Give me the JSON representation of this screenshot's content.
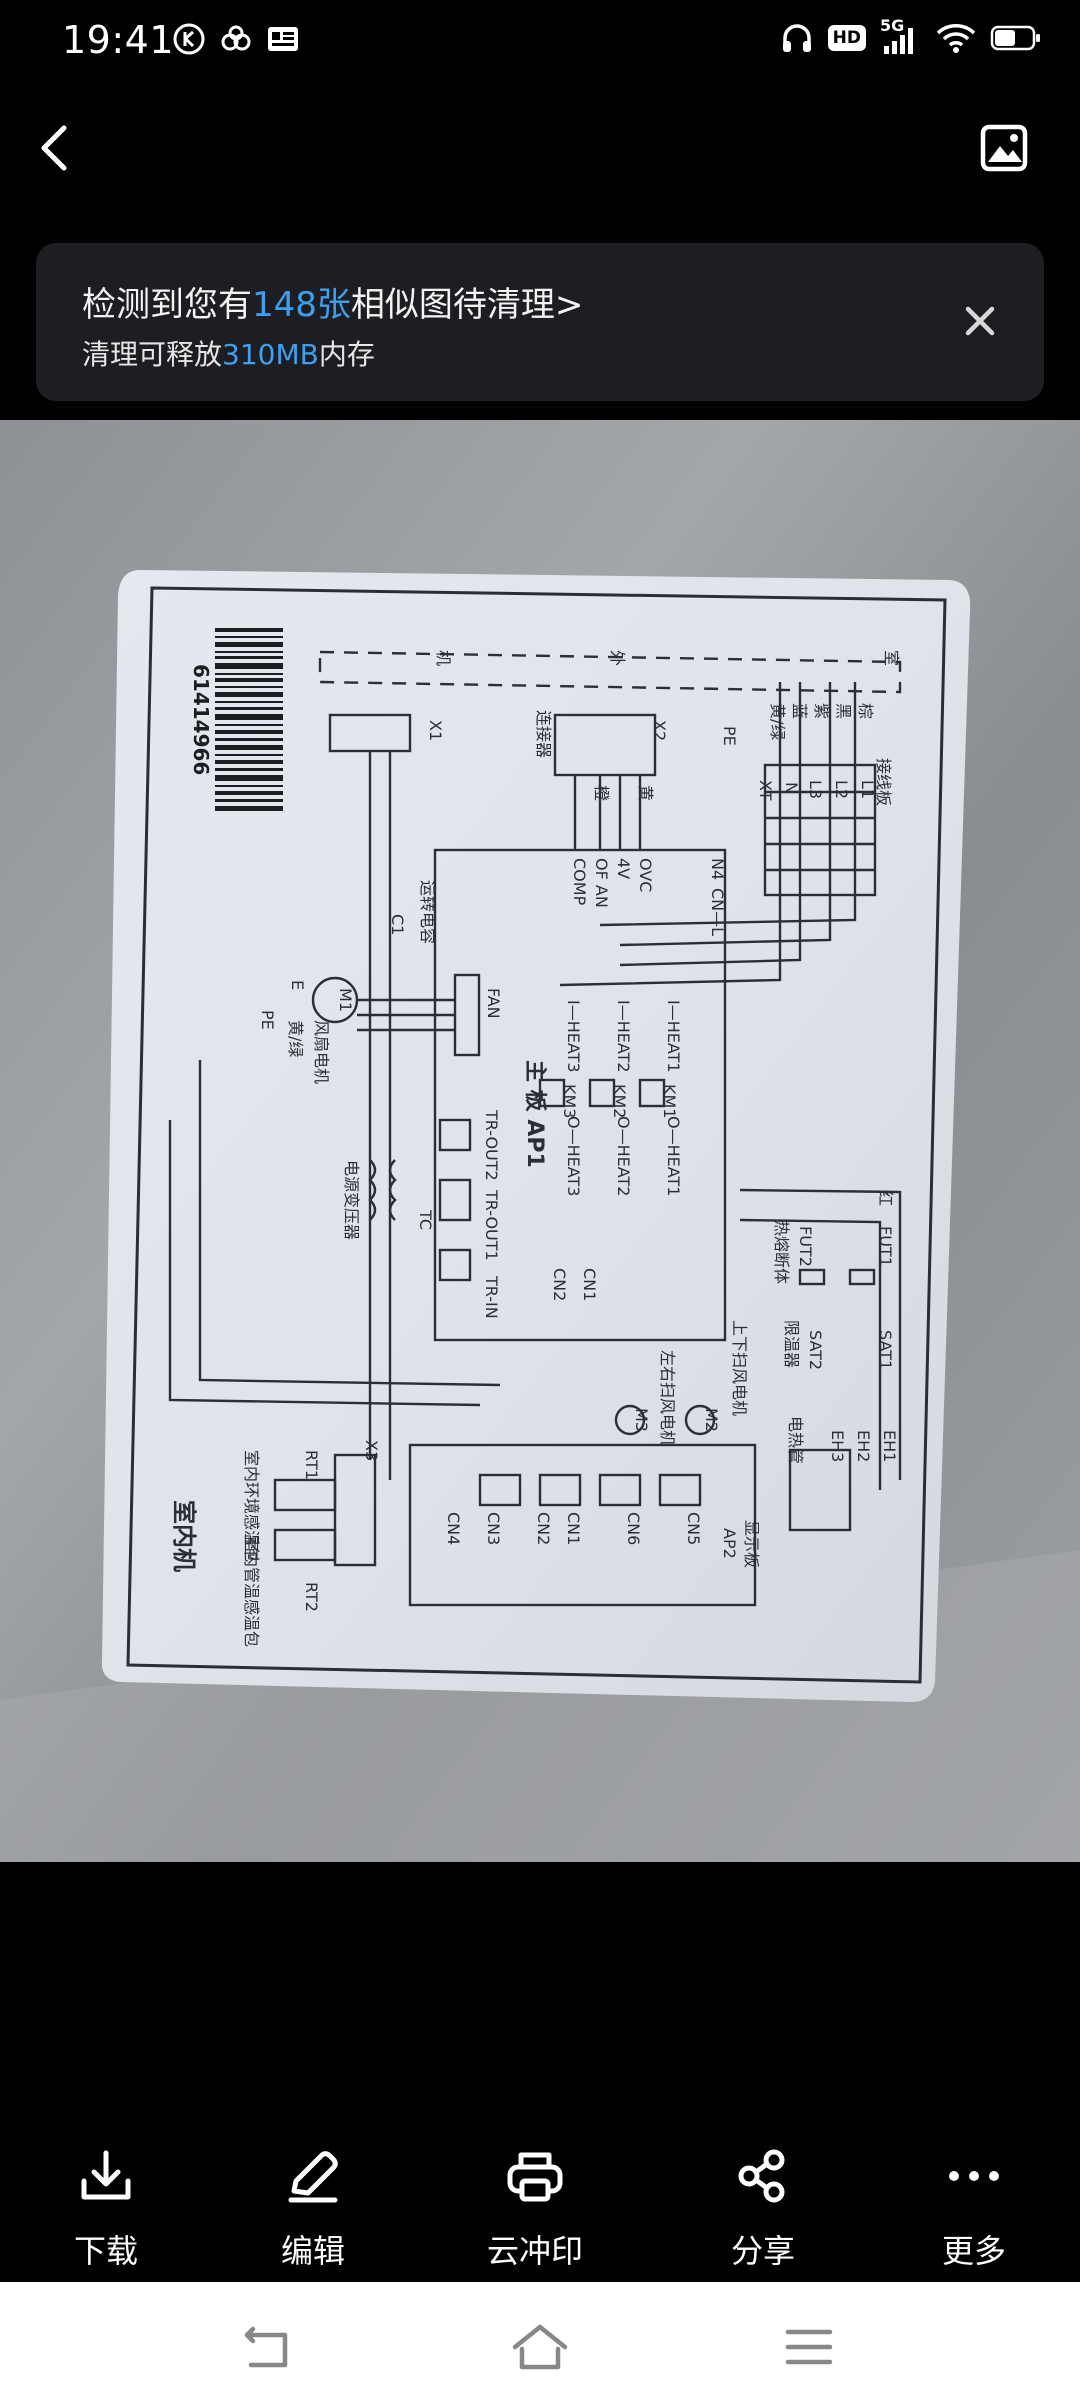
{
  "status_bar": {
    "time": "19:41",
    "hd_label": "HD",
    "network_label": "5G",
    "icons": [
      "k-app-icon",
      "cloud-app-icon",
      "news-app-icon",
      "headphones-icon",
      "hd-icon",
      "signal-icon",
      "wifi-icon",
      "battery-icon"
    ]
  },
  "top_nav": {
    "back_icon": "chevron-left-icon",
    "gallery_icon": "image-icon"
  },
  "banner": {
    "line1_prefix": "检测到您有",
    "line1_count": "148张",
    "line1_suffix": "相似图待清理>",
    "line2_prefix": "清理可释放",
    "line2_size": "310MB",
    "line2_suffix": "内存",
    "highlight_color": "#3aa0f0"
  },
  "photo": {
    "diagram_text": {
      "terminal_board": "接线板",
      "brown": "棕",
      "black": "黑",
      "purple": "紫",
      "blue": "蓝",
      "yellow_green": "黄/绿",
      "room": "室",
      "outer_unit": "外",
      "machine": "机",
      "pe": "PE",
      "xt": "XT",
      "l1": "L1",
      "l2": "L2",
      "l3": "L3",
      "n": "N",
      "x1": "X1",
      "x2": "X2",
      "x3": "X3",
      "connector": "连接器",
      "yellow": "黄",
      "orange": "橙",
      "ovc": "OVC",
      "v4": "4V",
      "of_an": "OF AN",
      "comp": "COMP",
      "n4": "N4",
      "cn_l": "CN—L",
      "run_capacitor": "运转电容",
      "c1": "C1",
      "m1": "M1",
      "fan": "FAN",
      "fan_motor": "风扇电机",
      "e": "E",
      "pe2": "PE",
      "yellow_green2": "黄/绿",
      "i_heat1": "I—HEAT1",
      "i_heat2": "I—HEAT2",
      "i_heat3": "I—HEAT3",
      "o_heat1": "O—HEAT1",
      "o_heat2": "O—HEAT2",
      "o_heat3": "O—HEAT3",
      "km1": "KM1",
      "km2": "KM2",
      "km3": "KM3",
      "main_board": "主 板 AP1",
      "tr_out2": "TR-OUT2",
      "tr_out1": "TR-OUT1",
      "tr_in": "TR-IN",
      "tc": "TC",
      "transformer": "电源变压器",
      "cn1": "CN1",
      "cn2": "CN2",
      "cn3": "CN3",
      "cn4": "CN4",
      "cn5": "CN5",
      "cn6": "CN6",
      "fut1": "FUT1",
      "fut2": "FUT2",
      "sat1": "SAT1",
      "sat2": "SAT2",
      "eh1": "EH1",
      "eh2": "EH2",
      "eh3": "EH3",
      "red": "红",
      "fuse_body": "热熔断体",
      "limiter": "限温器",
      "heater": "电热管",
      "ud_motor": "上下扫风电机",
      "lr_motor": "左右扫风电机",
      "m2": "M2",
      "m3": "M3",
      "display_board": "显示板",
      "ap2": "AP2",
      "rt1": "RT1",
      "rt2": "RT2",
      "room_temp_sensor": "室内环境感温包",
      "pipe_temp_sensor": "室内管温感温包",
      "indoor_unit": "室内机",
      "barcode_number": "61414966"
    }
  },
  "toolbar": {
    "items": [
      {
        "label": "下载",
        "icon": "download-icon"
      },
      {
        "label": "编辑",
        "icon": "pencil-icon"
      },
      {
        "label": "云冲印",
        "icon": "printer-icon"
      },
      {
        "label": "分享",
        "icon": "share-icon"
      },
      {
        "label": "更多",
        "icon": "more-icon"
      }
    ]
  },
  "system_nav": {
    "icons": [
      "back-nav-icon",
      "home-nav-icon",
      "menu-nav-icon"
    ]
  }
}
